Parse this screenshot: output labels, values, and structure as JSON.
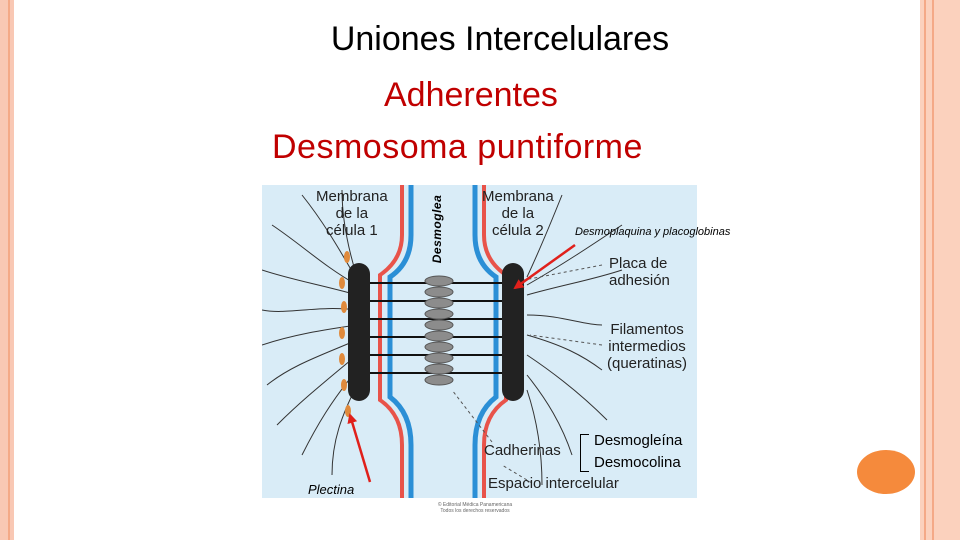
{
  "slide": {
    "title": "Uniones Intercelulares",
    "subtitle": "Adherentes",
    "subtitle2": "Desmosoma puntiforme"
  },
  "figure": {
    "membrane_cell1": "Membrana\nde la\ncélula 1",
    "membrane_cell2": "Membrana\nde la\ncélula 2",
    "adhesion_plate": "Placa de\nadhesión",
    "intermediate_filaments": "Filamentos\nintermedios\n(queratinas)",
    "cadherins": "Cadherinas",
    "intercellular_space": "Espacio intercelular",
    "copyright": "© Editorial Médica Panamericana\nTodos los derechos reservados"
  },
  "annotations": {
    "desmoglea": "Desmoglea",
    "desmoplaquina": "Desmoplaquina y placoglobinas",
    "desmogleina": "Desmogleína",
    "desmocolina": "Desmocolina",
    "plectina": "Plectina"
  },
  "colors": {
    "frame": "#f9c8b4",
    "title": "#000000",
    "subtitle": "#c00000",
    "membrane_blue": "#2b8fd6",
    "membrane_red": "#e8534a",
    "plaque": "#222222",
    "arrow": "#e0201b",
    "accent_circle": "#f58a3c"
  }
}
